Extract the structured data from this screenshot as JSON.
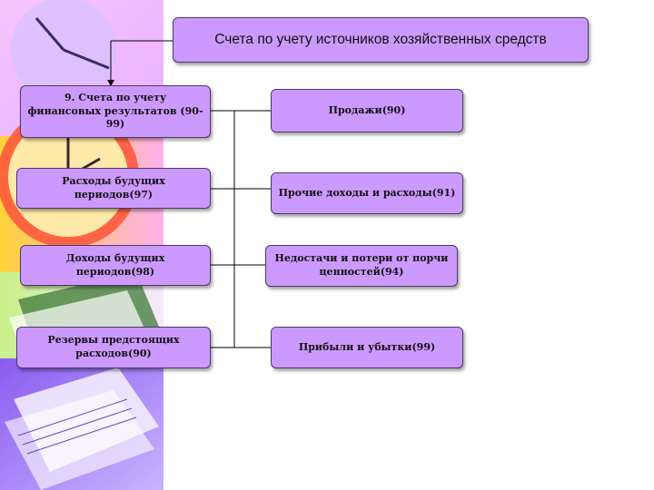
{
  "header": {
    "title": "Счета по учету источников хозяйственных средств"
  },
  "left_column": {
    "items": [
      "9. Счета по учету финансовых результатов (90-99)",
      "Расходы будущих периодов(97)",
      "Доходы будущих периодов(98)",
      "Резервы предстоящих расходов(90)"
    ]
  },
  "right_column": {
    "items": [
      "Продажи(90)",
      "Прочие доходы и расходы(91)",
      "Недостачи и потери от порчи ценностей(94)",
      "Прибыли и убытки(99)"
    ]
  },
  "colors": {
    "box_fill": "#cc99ff",
    "box_border": "#4a3a6a",
    "connector": "#000000"
  },
  "decoration": {
    "left_strip": [
      "clock-icon",
      "papers-icon"
    ]
  }
}
